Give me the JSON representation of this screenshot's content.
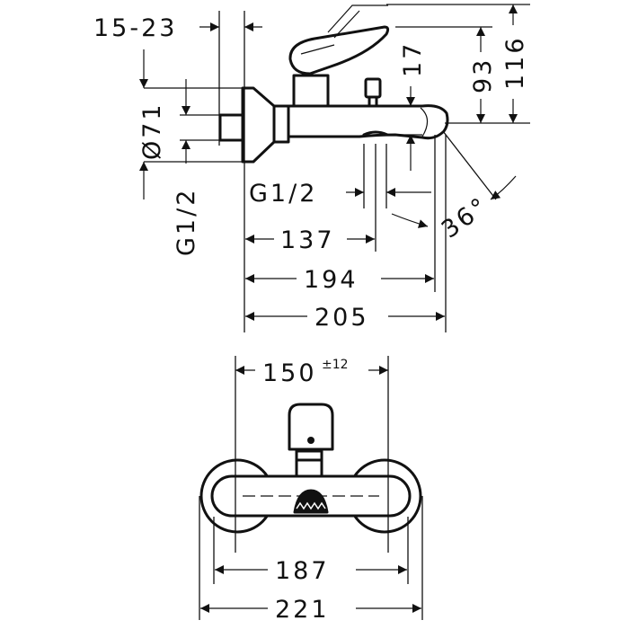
{
  "side_view": {
    "dims": {
      "d_15_23": "15-23",
      "d_phi71": "Ø71",
      "d_g12_left": "G1/2",
      "d_17": "17",
      "d_93": "93",
      "d_116": "116",
      "d_g12_mid": "G1/2",
      "d_36": "36°",
      "d_137": "137",
      "d_194": "194",
      "d_205": "205"
    }
  },
  "front_view": {
    "dims": {
      "d_150": "150",
      "d_150_tol": "±12",
      "d_187": "187",
      "d_221": "221"
    }
  },
  "colors": {
    "line": "#111111",
    "background": "#ffffff"
  }
}
